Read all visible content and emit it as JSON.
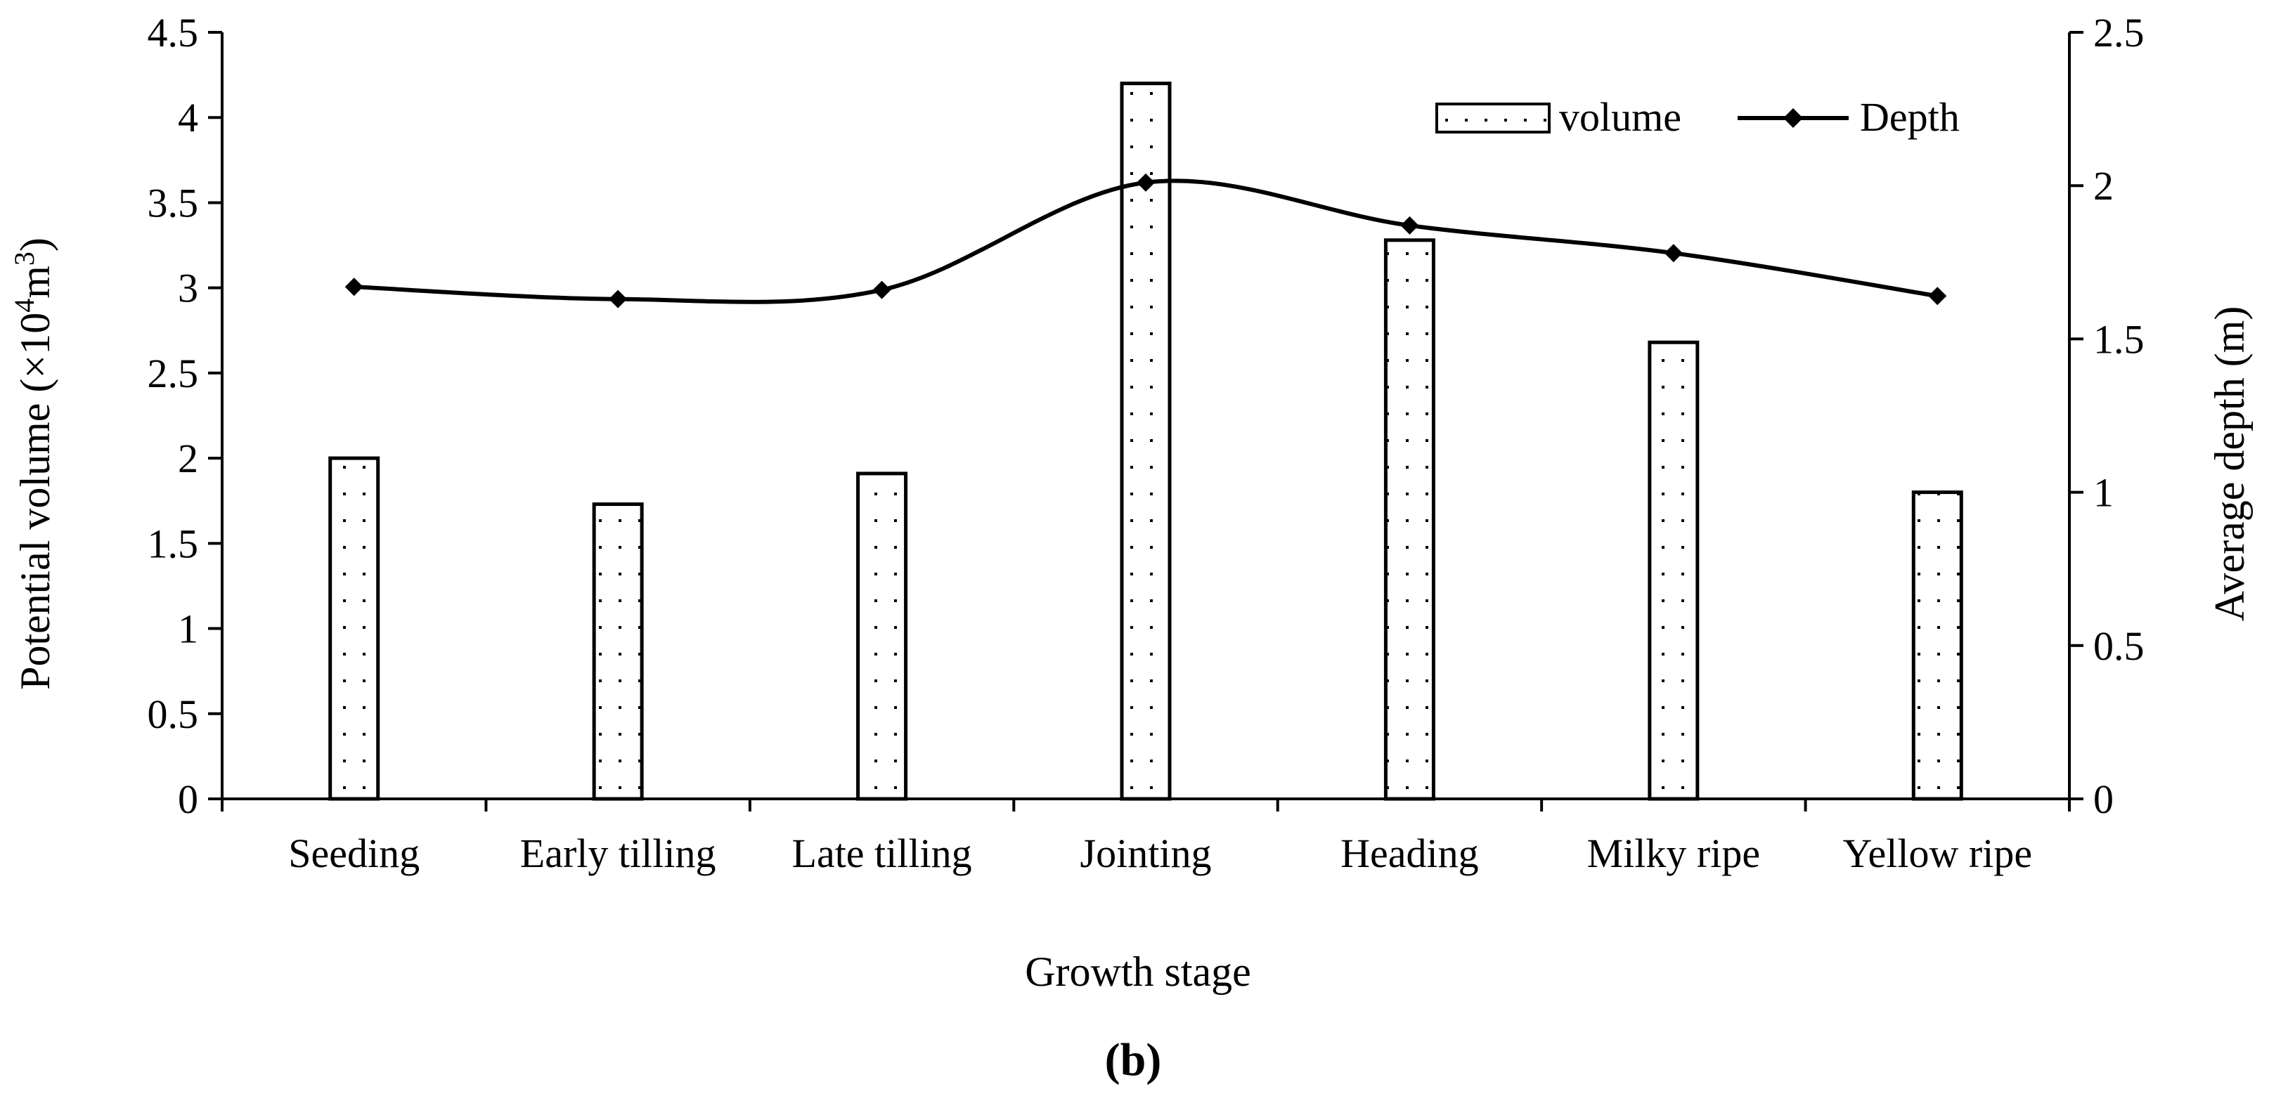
{
  "chart_data": {
    "type": "bar",
    "categories": [
      "Seeding",
      "Early tilling",
      "Late tilling",
      "Jointing",
      "Heading",
      "Milky ripe",
      "Yellow ripe"
    ],
    "series": [
      {
        "name": "volume",
        "type": "bar",
        "axis": "left",
        "values": [
          2.0,
          1.73,
          1.91,
          4.2,
          3.28,
          2.68,
          1.8
        ]
      },
      {
        "name": "Depth",
        "type": "line",
        "axis": "right",
        "smooth": true,
        "marker": "diamond",
        "values": [
          1.67,
          1.63,
          1.66,
          2.01,
          1.87,
          1.78,
          1.64
        ]
      }
    ],
    "xlabel": "Growth stage",
    "ylabel": {
      "main": "Potential  volume (×10",
      "exp1": "4",
      "unit": "m",
      "exp2": "3",
      "close": ")"
    },
    "ylabel_right": "Average depth (m)",
    "ylim": [
      0,
      4.5
    ],
    "ylim_right": [
      0,
      2.5
    ],
    "yticks": [
      "0",
      "0.5",
      "1",
      "1.5",
      "2",
      "2.5",
      "3",
      "3.5",
      "4",
      "4.5"
    ],
    "yticks_right": [
      "0",
      "0.5",
      "1",
      "1.5",
      "2",
      "2.5"
    ],
    "legend_position": "top-right",
    "grid": false,
    "bar_fill": "dotted",
    "panel_label": "(b)",
    "colors": {
      "axis": "#000000",
      "bar_edge": "#000000",
      "bar_dots": "#000000",
      "line": "#000000",
      "background": "#ffffff"
    }
  }
}
